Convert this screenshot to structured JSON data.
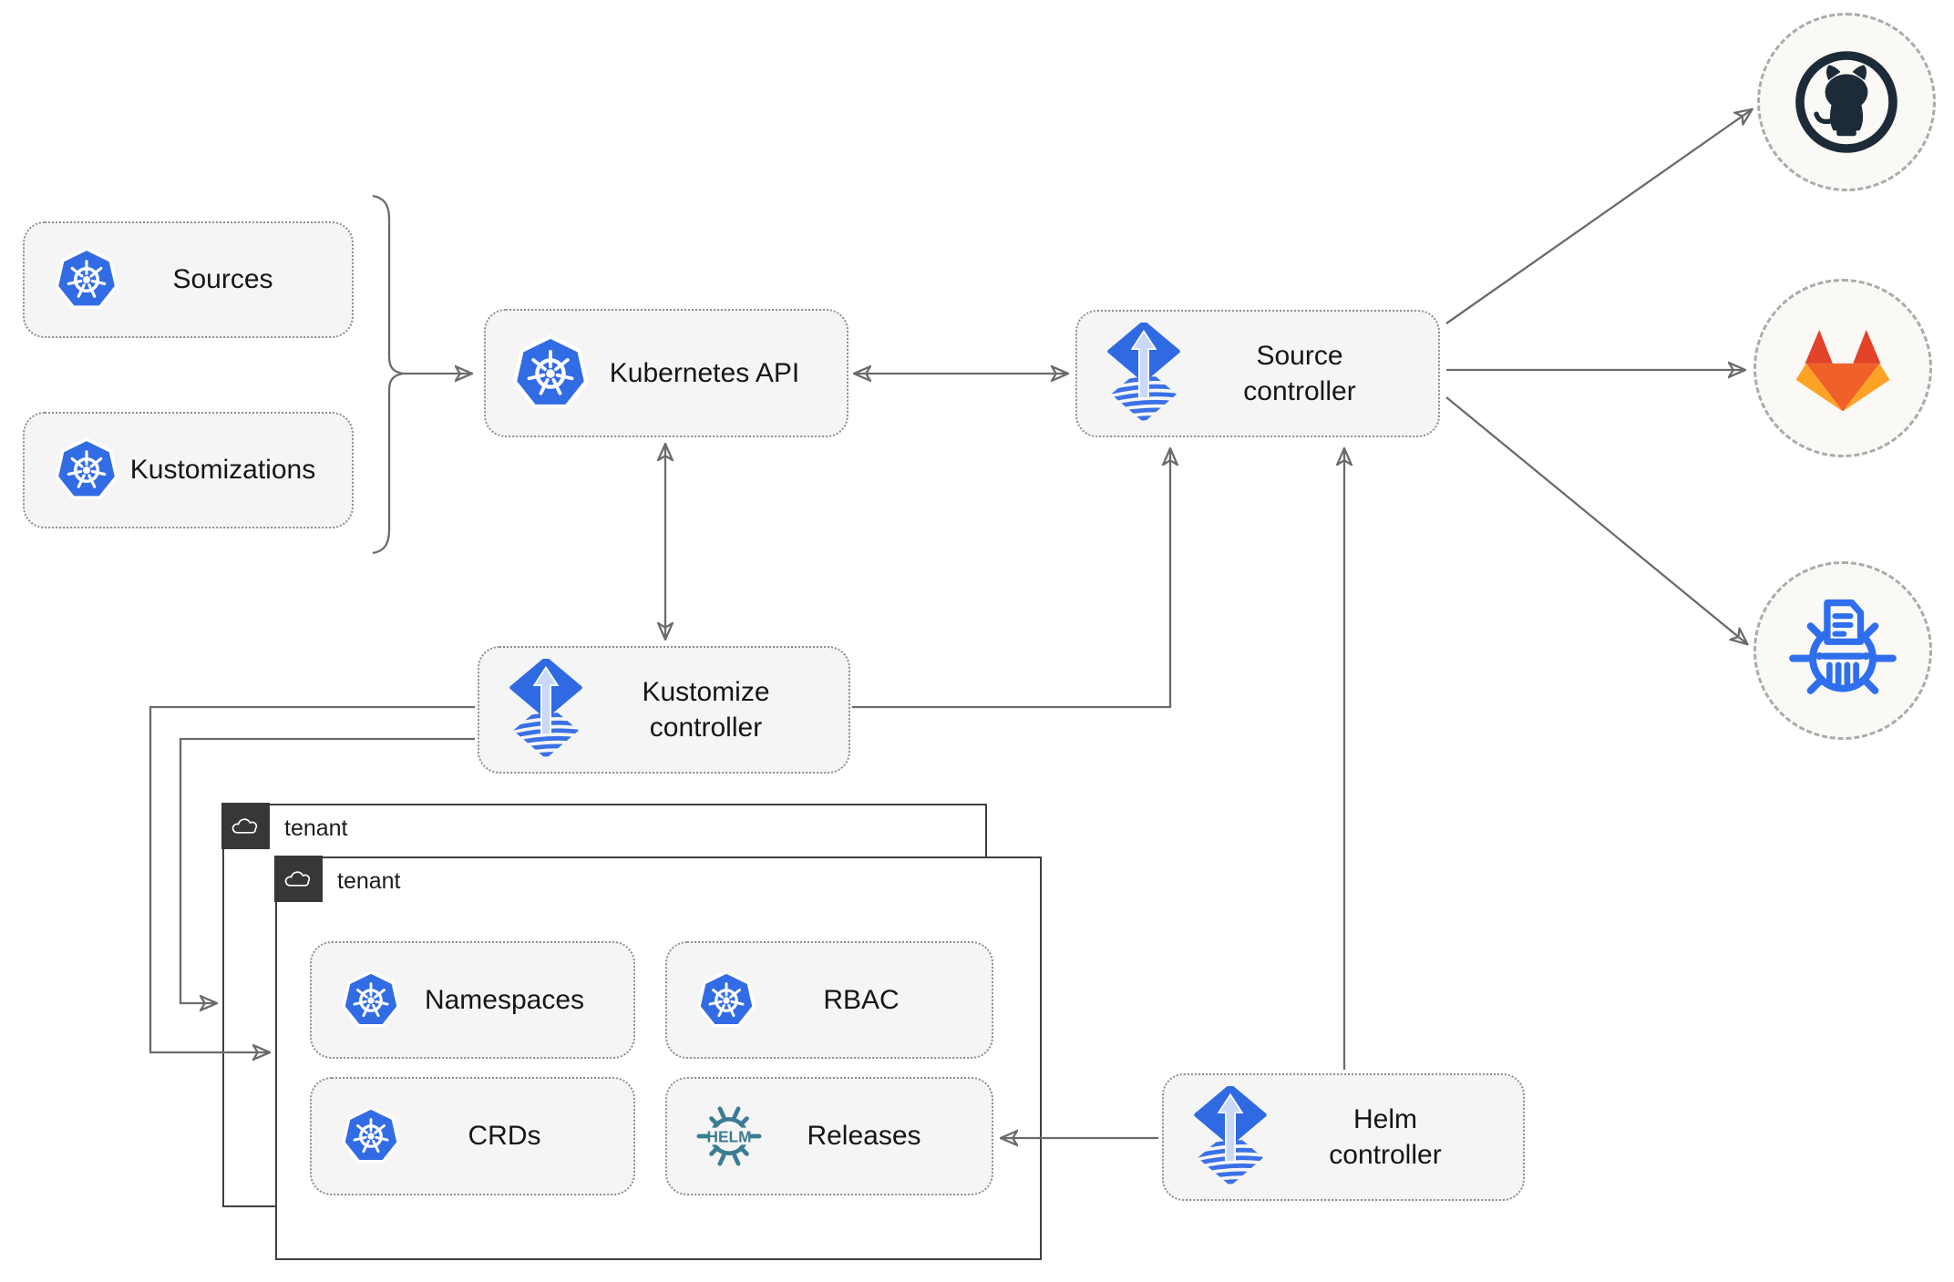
{
  "nodes": {
    "sources": {
      "label": "Sources"
    },
    "kustomizations": {
      "label": "Kustomizations"
    },
    "kubernetes_api": {
      "label": "Kubernetes API"
    },
    "source_controller": {
      "line1": "Source",
      "line2": "controller"
    },
    "kustomize_controller": {
      "line1": "Kustomize",
      "line2": "controller"
    },
    "helm_controller": {
      "line1": "Helm",
      "line2": "controller"
    },
    "tenant_back": {
      "label": "tenant"
    },
    "tenant_front": {
      "label": "tenant"
    },
    "namespaces": {
      "label": "Namespaces"
    },
    "rbac": {
      "label": "RBAC"
    },
    "crds": {
      "label": "CRDs"
    },
    "releases": {
      "label": "Releases"
    }
  },
  "icons": {
    "kubernetes": "kubernetes-wheel-icon",
    "flux": "flux-diamond-arrow-icon",
    "helm": "helm-wheel-icon",
    "cloud": "cloud-outline-icon",
    "github": "github-octocat-icon",
    "gitlab": "gitlab-fox-icon",
    "kubernetes_manifests": "kubernetes-manifests-icon"
  },
  "edges": [
    {
      "from": "sources-and-kustomizations",
      "to": "kubernetes-api",
      "arrows": "end"
    },
    {
      "from": "kubernetes-api",
      "to": "source-controller",
      "arrows": "both"
    },
    {
      "from": "kubernetes-api",
      "to": "kustomize-controller",
      "arrows": "both"
    },
    {
      "from": "kustomize-controller",
      "to": "source-controller",
      "arrows": "end"
    },
    {
      "from": "helm-controller",
      "to": "source-controller",
      "arrows": "end"
    },
    {
      "from": "helm-controller",
      "to": "releases",
      "arrows": "end"
    },
    {
      "from": "kustomize-controller",
      "to": "tenant-front",
      "arrows": "end"
    },
    {
      "from": "kustomize-controller",
      "to": "tenant-back",
      "arrows": "end"
    },
    {
      "from": "source-controller",
      "to": "github",
      "arrows": "end"
    },
    {
      "from": "source-controller",
      "to": "gitlab",
      "arrows": "end"
    },
    {
      "from": "source-controller",
      "to": "kubernetes-manifests",
      "arrows": "end"
    }
  ],
  "colors": {
    "line": "#6b6b6b",
    "box_fill": "#f5f5f5",
    "box_border": "#8f8f8f",
    "text": "#161616",
    "k8s_blue": "#326ce5",
    "flux_blue": "#2f6ae3",
    "flux_arrow": "#c9d9f7",
    "flux_stripe": "#3a71e6",
    "helm_teal": "#3a7d92",
    "github_dark": "#1d2b38",
    "gitlab_red": "#e24329",
    "gitlab_orange": "#f06029",
    "gitlab_light": "#fca326",
    "manifests_blue": "#2f6fed",
    "tenant_border": "#3f3f3f",
    "tenant_tab": "#373737",
    "hub_fill": "#faf9f5",
    "hub_border": "#ababab"
  }
}
